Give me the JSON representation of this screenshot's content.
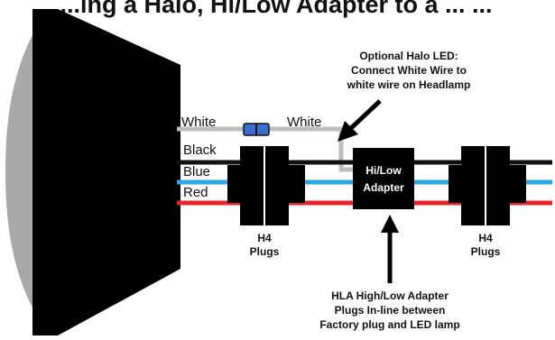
{
  "title": "...ing a Halo, Hi/Low Adapter to a ... ...",
  "wires": {
    "white_left": "White",
    "white_right": "White",
    "black": "Black",
    "blue": "Blue",
    "red": "Red"
  },
  "adapter": {
    "line1": "Hi/Low",
    "line2": "Adapter"
  },
  "plugs_left": {
    "line1": "H4",
    "line2": "Plugs"
  },
  "plugs_right": {
    "line1": "H4",
    "line2": "Plugs"
  },
  "halo_note": {
    "line1": "Optional Halo LED:",
    "line2": "Connect White Wire to",
    "line3": "white wire on Headlamp"
  },
  "hla_note": {
    "line1": "HLA High/Low Adapter",
    "line2": "Plugs In-line between",
    "line3": "Factory plug and LED lamp"
  },
  "colors": {
    "black_wire": "#111111",
    "white_wire": "#bdbdbd",
    "blue_wire": "#2aa8e0",
    "red_wire": "#e8242b",
    "lens": "#a9a9a9",
    "connector": "#3a6fd0"
  },
  "icons": [
    "headlamp-lens-icon",
    "inline-connector-icon",
    "arrow-icon"
  ]
}
